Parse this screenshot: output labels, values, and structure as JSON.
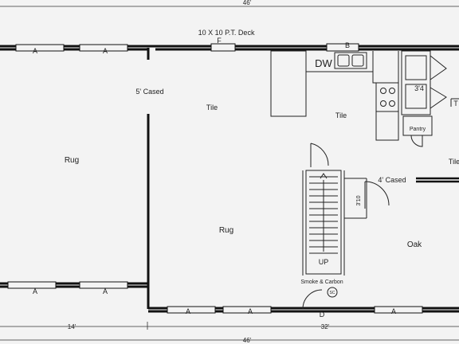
{
  "dimensions": {
    "top_total": "46'",
    "bottom_total": "46'",
    "left_segment": "14'",
    "right_segment": "32'"
  },
  "deck_label": "10 X 10 P.T. Deck",
  "rooms": {
    "left_room": "Rug",
    "cased_opening_left": "5' Cased",
    "tile_center": "Tile",
    "tile_kitchen": "Tile",
    "tile_right": "Tile",
    "tile_far_right": "T",
    "rug_center": "Rug",
    "oak": "Oak",
    "cased_opening_right": "4' Cased",
    "pantry": "Pantry",
    "dishwasher": "DW",
    "stair_width": "3'10",
    "stairs_up": "UP",
    "smoke_carbon": "Smoke & Carbon",
    "sc_badge": "SC",
    "fridge_width": "3'4"
  },
  "window_tags": {
    "a_tag": "A",
    "b_tag": "B",
    "d_tag": "D",
    "f_tag": "F"
  }
}
